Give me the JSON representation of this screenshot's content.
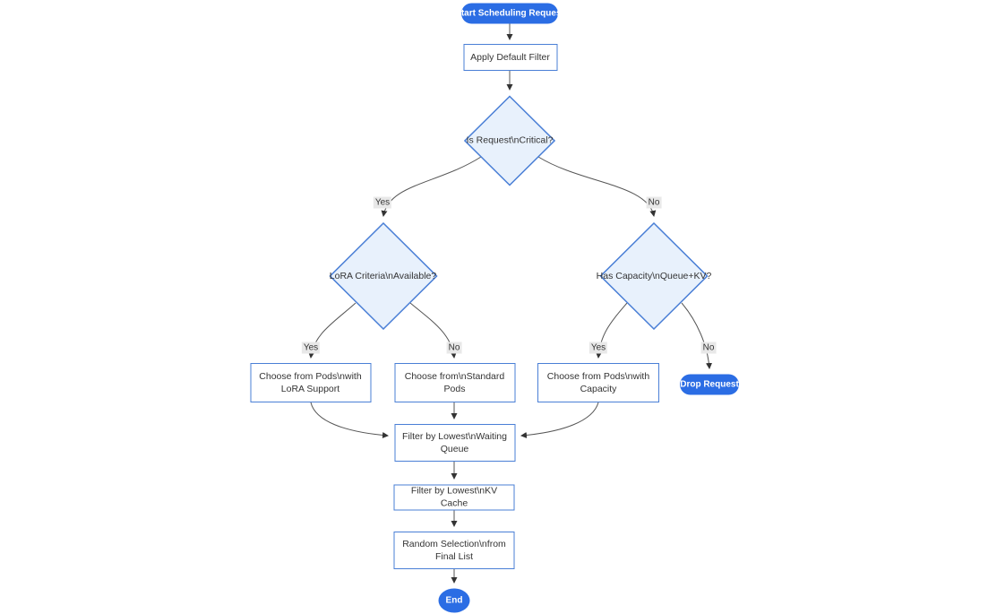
{
  "diagram": {
    "type": "flowchart",
    "direction": "top-down",
    "nodes": {
      "start": {
        "label": "Start Scheduling Request",
        "shape": "pill"
      },
      "apply_filter": {
        "label": "Apply Default Filter",
        "shape": "rect"
      },
      "is_critical": {
        "label": "Is Request\\nCritical?",
        "shape": "diamond"
      },
      "lora_criteria": {
        "label": "LoRA Criteria\\nAvailable?",
        "shape": "diamond"
      },
      "has_capacity": {
        "label": "Has Capacity\\nQueue+KV?",
        "shape": "diamond"
      },
      "choose_lora_pods": {
        "label": "Choose from Pods\\nwith LoRA Support",
        "shape": "rect"
      },
      "choose_standard_pods": {
        "label": "Choose from\\nStandard Pods",
        "shape": "rect"
      },
      "choose_capacity_pods": {
        "label": "Choose from Pods\\nwith Capacity",
        "shape": "rect"
      },
      "drop_request": {
        "label": "Drop Request",
        "shape": "pill"
      },
      "filter_waiting_queue": {
        "label": "Filter by Lowest\\nWaiting Queue",
        "shape": "rect"
      },
      "filter_kv_cache": {
        "label": "Filter by Lowest\\nKV Cache",
        "shape": "rect"
      },
      "random_selection": {
        "label": "Random Selection\\nfrom Final List",
        "shape": "rect"
      },
      "end": {
        "label": "End",
        "shape": "ellipse"
      }
    },
    "edge_labels": {
      "critical_yes": "Yes",
      "critical_no": "No",
      "lora_yes": "Yes",
      "lora_no": "No",
      "capacity_yes": "Yes",
      "capacity_no": "No"
    },
    "colors": {
      "pill_fill": "#2b6de4",
      "pill_text": "#ffffff",
      "node_fill": "#ffffff",
      "node_border": "#4a7fd6",
      "decision_fill": "#e8f1fc",
      "text": "#333333",
      "edge": "#555555",
      "edge_label_bg": "#e8e8e8",
      "background": "#ffffff"
    }
  }
}
